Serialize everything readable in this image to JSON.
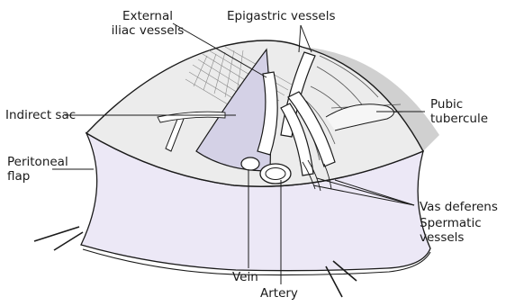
{
  "colors": {
    "background": "#ffffff",
    "sac_fill": "#ececec",
    "peritoneal_fill": "#ece8f6",
    "indirect_sac_fill": "#d4d1e6",
    "outline": "#1a1a1a"
  },
  "labels": {
    "external_iliac_vessels": [
      "External",
      "iliac vessels"
    ],
    "epigastric_vessels": "Epigastric vessels",
    "indirect_sac": "Indirect sac",
    "pubic_tubercule": [
      "Pubic",
      "tubercule"
    ],
    "peritoneal_flap": [
      "Peritoneal",
      "flap"
    ],
    "vas_deferens": "Vas deferens",
    "spermatic_vessels": [
      "Spermatic",
      "vessels"
    ],
    "vein": "Vein",
    "artery": "Artery"
  }
}
